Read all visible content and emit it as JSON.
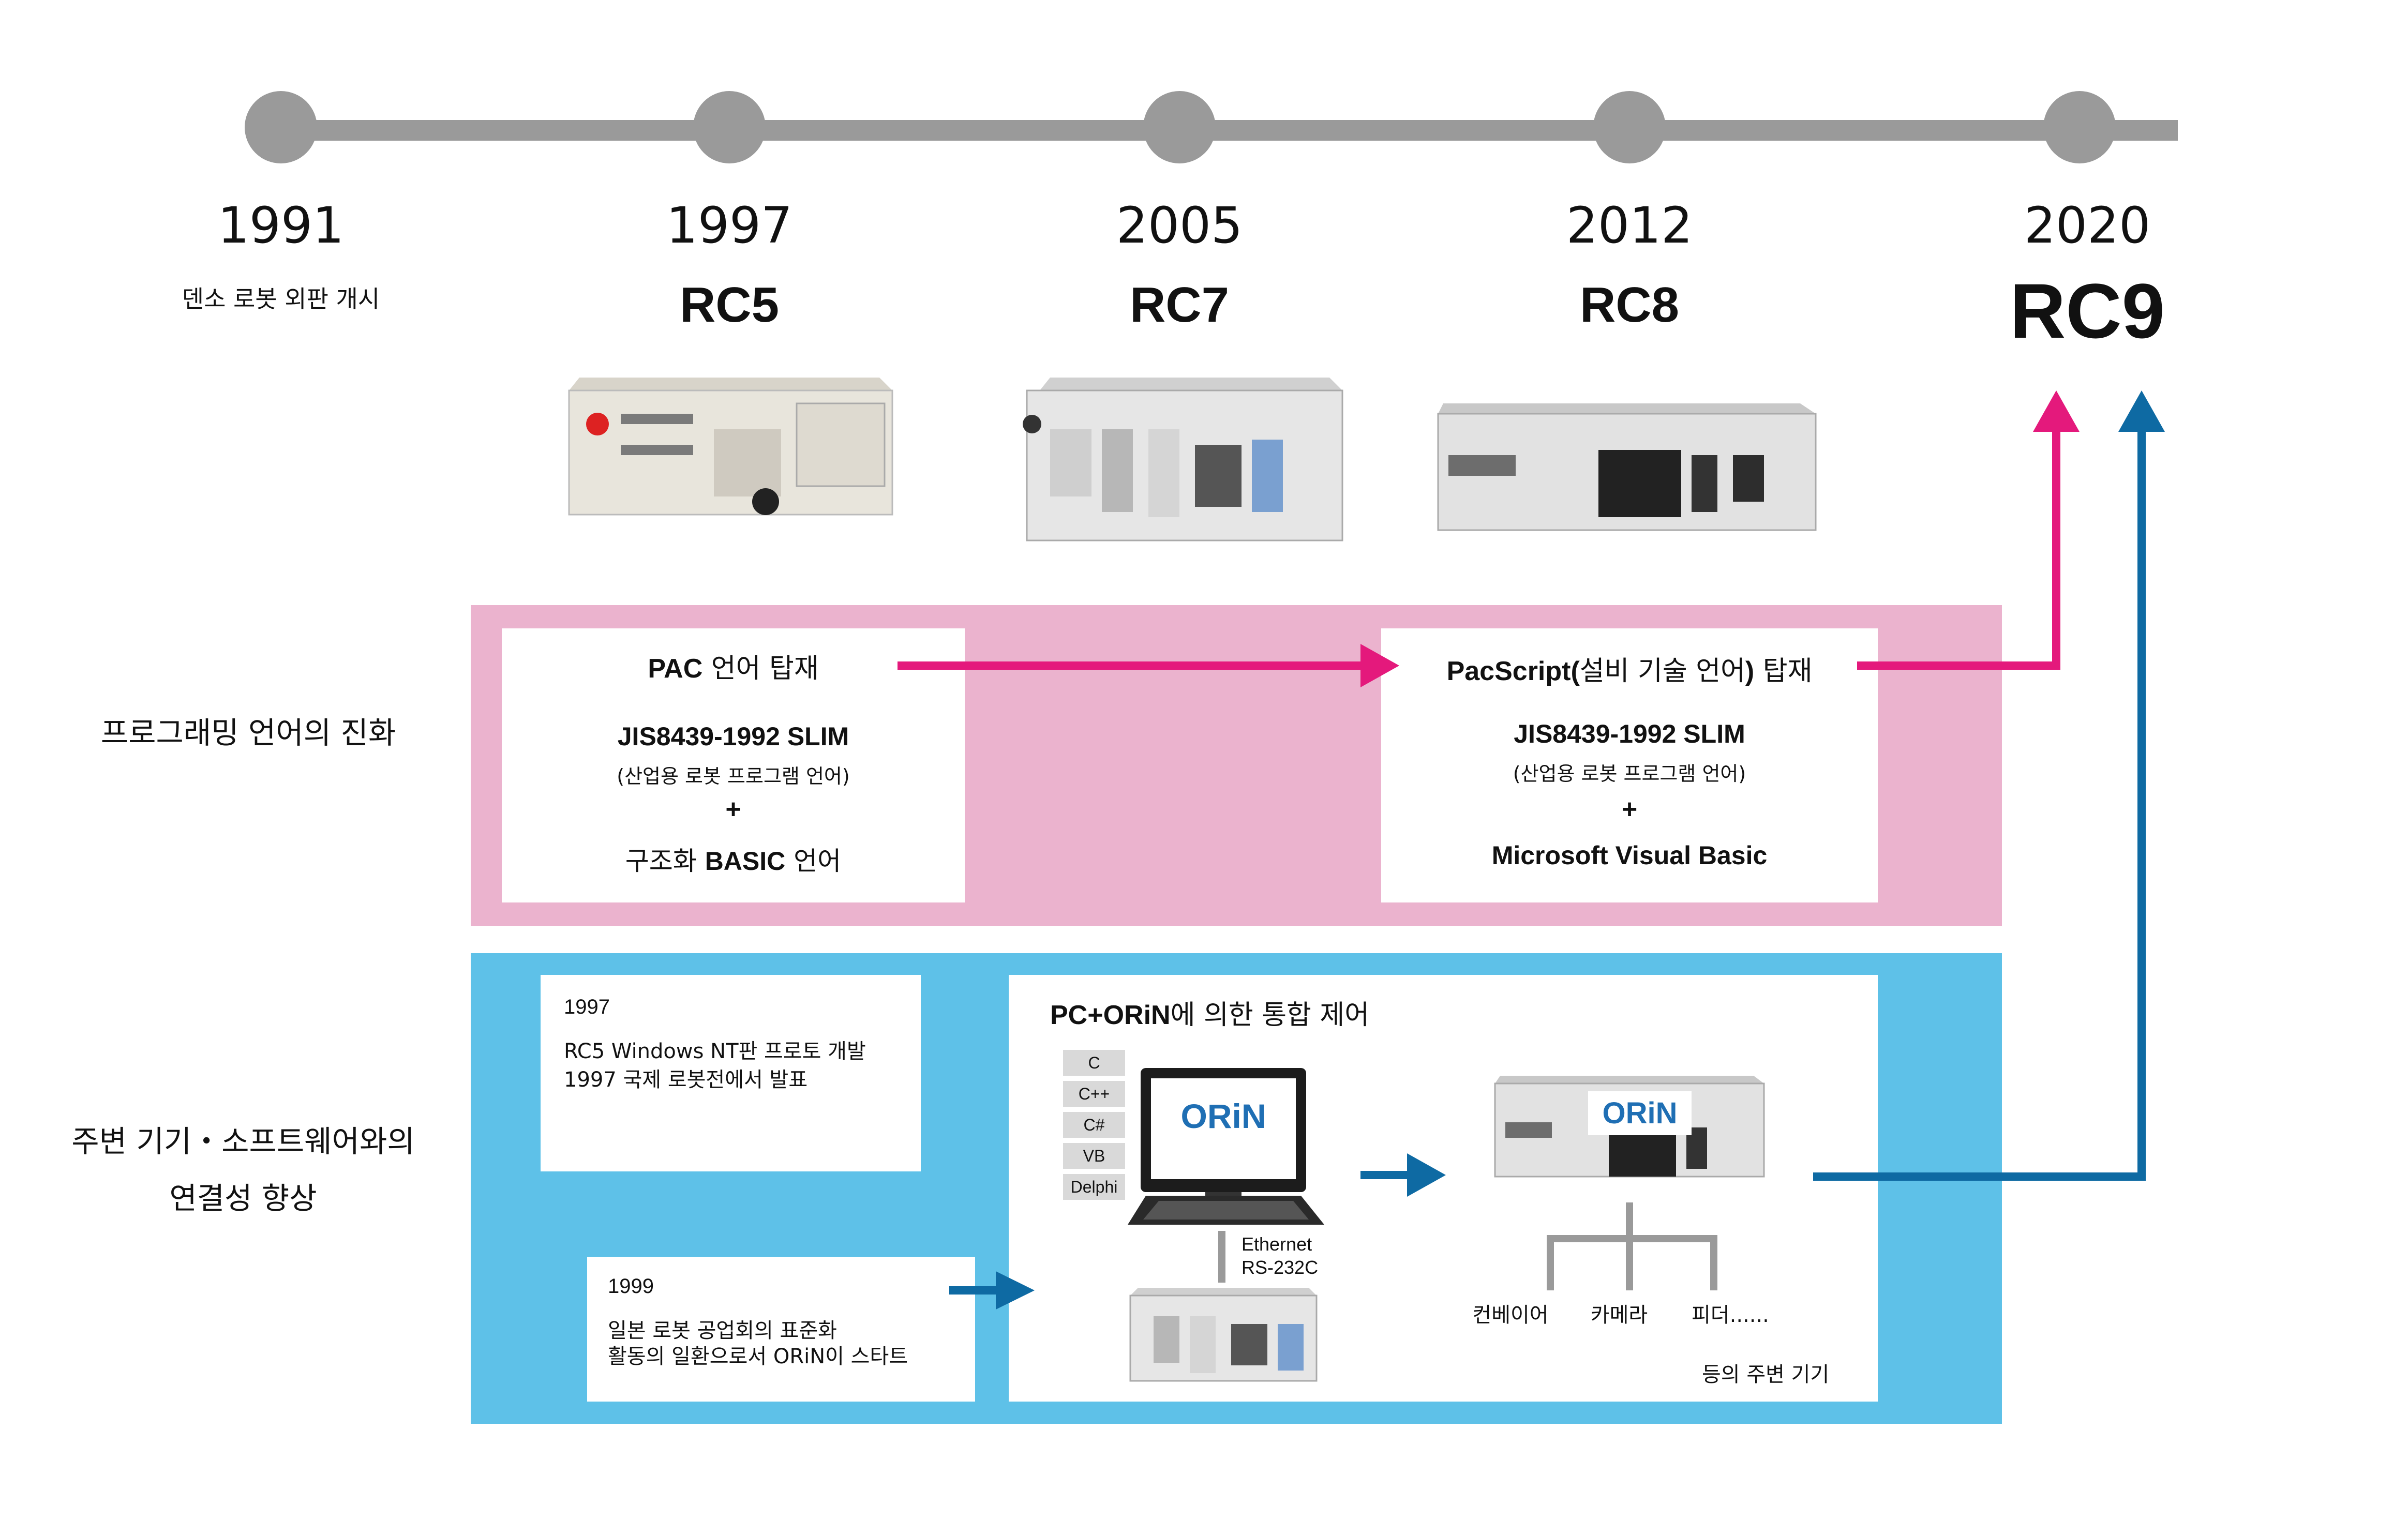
{
  "timeline": {
    "milestones": [
      {
        "year": "1991",
        "caption": "덴소 로봇 외판 개시"
      },
      {
        "year": "1997",
        "model": "RC5"
      },
      {
        "year": "2005",
        "model": "RC7"
      },
      {
        "year": "2012",
        "model": "RC8"
      },
      {
        "year": "2020",
        "model": "RC9"
      }
    ]
  },
  "rows": {
    "programming_label": "프로그래밍 언어의 진화",
    "connectivity_label_line1": "주변 기기・소프트웨어와의",
    "connectivity_label_line2": "연결성 향상"
  },
  "pac_box": {
    "title_bold": "PAC",
    "title_rest": " 언어 탑재",
    "standard": "JIS8439-1992 SLIM",
    "standard_note": "(산업용 로봇 프로그램 언어)",
    "plus": "+",
    "extra_pre": "구조화 ",
    "extra_bold": "BASIC",
    "extra_post": " 언어"
  },
  "pacscript_box": {
    "title_bold": "PacScript(",
    "title_mid": "설비 기술 언어",
    "title_bold2": ")",
    "title_rest": " 탑재",
    "standard": "JIS8439-1992 SLIM",
    "standard_note": "(산업용 로봇 프로그램 언어)",
    "plus": "+",
    "extra": "Microsoft Visual Basic"
  },
  "note_1997": {
    "year": "1997",
    "line1": "RC5 Windows NT판 프로토 개발",
    "line2": "1997 국제 로봇전에서 발표"
  },
  "note_1999": {
    "year": "1999",
    "line1": "일본 로봇 공업회의 표준화",
    "line2": "활동의 일환으로서 ORiN이 스타트"
  },
  "orin_box": {
    "title_bold": "PC+ORiN",
    "title_rest": "에 의한 통합 제어",
    "languages": [
      "C",
      "C++",
      "C#",
      "VB",
      "Delphi"
    ],
    "logo_text": "ORiN",
    "link_line1": "Ethernet",
    "link_line2": "RS-232C",
    "devices": [
      "컨베이어",
      "카메라",
      "피더......"
    ],
    "devices_note": "등의 주변 기기"
  },
  "colors": {
    "timeline": "#9a9a9a",
    "pink_band": "#ebb3ce",
    "blue_band": "#5ec1e8",
    "pink_arrow": "#e4197c",
    "blue_arrow": "#0e6aa3",
    "orin_blue": "#1f6fb4"
  }
}
